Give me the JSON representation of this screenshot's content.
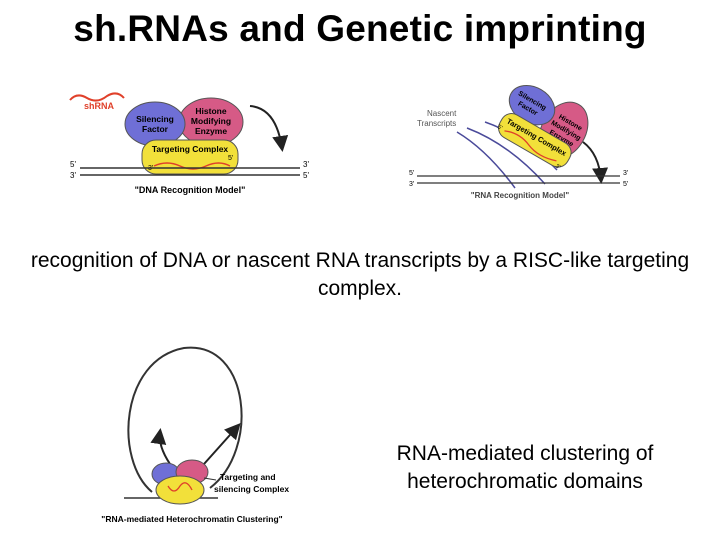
{
  "slide": {
    "title": "sh.RNAs and Genetic imprinting",
    "caption_main": "recognition of DNA or nascent RNA transcripts by a RISC-like targeting complex.",
    "caption_clustering": "RNA-mediated clustering of heterochromatic domains"
  },
  "dna_model": {
    "shrna_label": "shRNA",
    "silencing_factor": "Silencing Factor",
    "histone_enzyme": "Histone Modifying Enzyme",
    "targeting_complex": "Targeting Complex",
    "strand_top_left": "5'",
    "strand_top_right": "3'",
    "strand_bottom_left": "3'",
    "strand_bottom_right": "5'",
    "inner_3": "3'",
    "inner_5": "5'",
    "caption": "\"DNA Recognition Model\""
  },
  "rna_model": {
    "nascent_label": "Nascent Transcripts",
    "silencing_factor": "Silencing Factor",
    "histone_enzyme": "Histone Modifying Enzyme",
    "targeting_complex": "Targeting Complex",
    "inner_5": "5'",
    "inner_3": "3'",
    "strand_top_left": "5'",
    "strand_top_right": "3'",
    "strand_bottom_left": "3'",
    "strand_bottom_right": "5'",
    "caption": "\"RNA Recognition Model\""
  },
  "clustering_model": {
    "complex_label": "Targeting and silencing Complex",
    "caption": "\"RNA-mediated Heterochromatin Clustering\""
  },
  "colors": {
    "silencing_factor": "#6f6fd6",
    "histone_enzyme": "#d65a86",
    "targeting_complex": "#f2e03a",
    "shrna": "#e0402a",
    "strand": "#333333"
  }
}
